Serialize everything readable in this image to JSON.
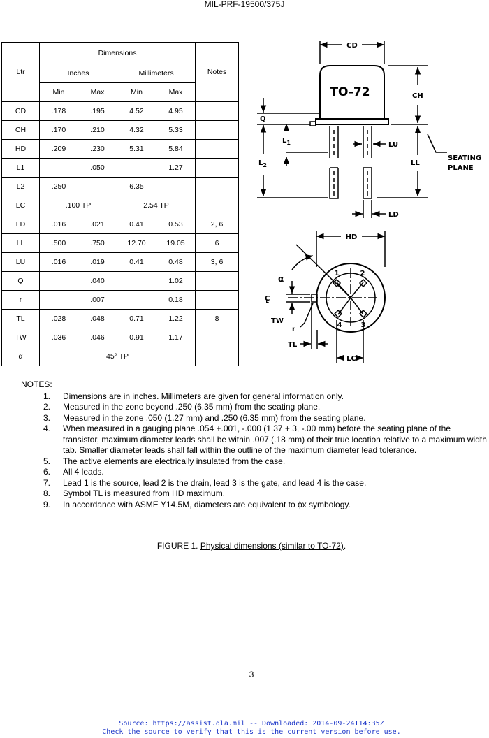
{
  "header": {
    "doc_id": "MIL-PRF-19500/375J"
  },
  "table": {
    "head": {
      "ltr": "Ltr",
      "dimensions": "Dimensions",
      "notes": "Notes",
      "inches": "Inches",
      "millimeters": "Millimeters",
      "min": "Min",
      "max": "Max"
    },
    "rows": [
      {
        "ltr": "CD",
        "in_min": ".178",
        "in_max": ".195",
        "mm_min": "4.52",
        "mm_max": "4.95",
        "notes": ""
      },
      {
        "ltr": "CH",
        "in_min": ".170",
        "in_max": ".210",
        "mm_min": "4.32",
        "mm_max": "5.33",
        "notes": ""
      },
      {
        "ltr": "HD",
        "in_min": ".209",
        "in_max": ".230",
        "mm_min": "5.31",
        "mm_max": "5.84",
        "notes": ""
      },
      {
        "ltr": "L1",
        "in_min": "",
        "in_max": ".050",
        "mm_min": "",
        "mm_max": "1.27",
        "notes": ""
      },
      {
        "ltr": "L2",
        "in_min": ".250",
        "in_max": "",
        "mm_min": "6.35",
        "mm_max": "",
        "notes": ""
      },
      {
        "ltr": "LC",
        "in_span": ".100 TP",
        "mm_span": "2.54 TP",
        "notes": ""
      },
      {
        "ltr": "LD",
        "in_min": ".016",
        "in_max": ".021",
        "mm_min": "0.41",
        "mm_max": "0.53",
        "notes": "2, 6"
      },
      {
        "ltr": "LL",
        "in_min": ".500",
        "in_max": ".750",
        "mm_min": "12.70",
        "mm_max": "19.05",
        "notes": "6"
      },
      {
        "ltr": "LU",
        "in_min": ".016",
        "in_max": ".019",
        "mm_min": "0.41",
        "mm_max": "0.48",
        "notes": "3, 6"
      },
      {
        "ltr": "Q",
        "in_min": "",
        "in_max": ".040",
        "mm_min": "",
        "mm_max": "1.02",
        "notes": ""
      },
      {
        "ltr": "r",
        "in_min": "",
        "in_max": ".007",
        "mm_min": "",
        "mm_max": "0.18",
        "notes": ""
      },
      {
        "ltr": "TL",
        "in_min": ".028",
        "in_max": ".048",
        "mm_min": "0.71",
        "mm_max": "1.22",
        "notes": "8"
      },
      {
        "ltr": "TW",
        "in_min": ".036",
        "in_max": ".046",
        "mm_min": "0.91",
        "mm_max": "1.17",
        "notes": ""
      },
      {
        "ltr": "α",
        "all_span": "45° TP",
        "notes": ""
      }
    ]
  },
  "drawing": {
    "package": "TO-72",
    "cd": "CD",
    "ch": "CH",
    "q": "Q",
    "l1_main": "L",
    "l1_sub": "1",
    "l2_main": "L",
    "l2_sub": "2",
    "lu": "LU",
    "ll": "LL",
    "ld": "LD",
    "seating1": "SEATING",
    "seating2": "PLANE",
    "hd": "HD",
    "alpha": "α",
    "cl_c": "C",
    "cl_l": "L",
    "tw": "TW",
    "r": "r",
    "tl": "TL",
    "lc": "LC",
    "lead1": "1",
    "lead2": "2",
    "lead3": "3",
    "lead4": "4"
  },
  "notes": {
    "title": "NOTES:",
    "items": [
      {
        "num": "1.",
        "text": "Dimensions are in inches.  Millimeters are given for general information only."
      },
      {
        "num": "2.",
        "text": "Measured in the zone beyond .250 (6.35 mm) from the seating plane."
      },
      {
        "num": "3.",
        "text": "Measured in the zone .050 (1.27 mm) and .250 (6.35 mm) from the seating plane."
      },
      {
        "num": "4.",
        "text": "When measured in a gauging plane .054 +.001, -.000 (1.37 +.3, -.00 mm) before the seating plane of the transistor, maximum diameter leads shall be within .007 (.18 mm) of their true location relative to a maximum width tab.  Smaller diameter leads shall fall within the outline of the maximum diameter lead tolerance."
      },
      {
        "num": "5.",
        "text": "The active elements are electrically insulated from the case."
      },
      {
        "num": "6.",
        "text": "All 4 leads."
      },
      {
        "num": "7.",
        "text": "Lead 1 is the source, lead 2 is the drain, lead 3 is the gate, and lead 4 is the case."
      },
      {
        "num": "8.",
        "text": "Symbol TL is measured from HD maximum."
      },
      {
        "num": "9.",
        "text": "In accordance with ASME Y14.5M, diameters are equivalent to ϕx symbology."
      }
    ]
  },
  "figure": {
    "prefix": "FIGURE 1.  ",
    "title": "Physical dimensions (similar to TO-72)",
    "suffix": "."
  },
  "page_number": "3",
  "source": {
    "line1": "Source: https://assist.dla.mil -- Downloaded: 2014-09-24T14:35Z",
    "line2": "Check the source to verify that this is the current version before use."
  }
}
